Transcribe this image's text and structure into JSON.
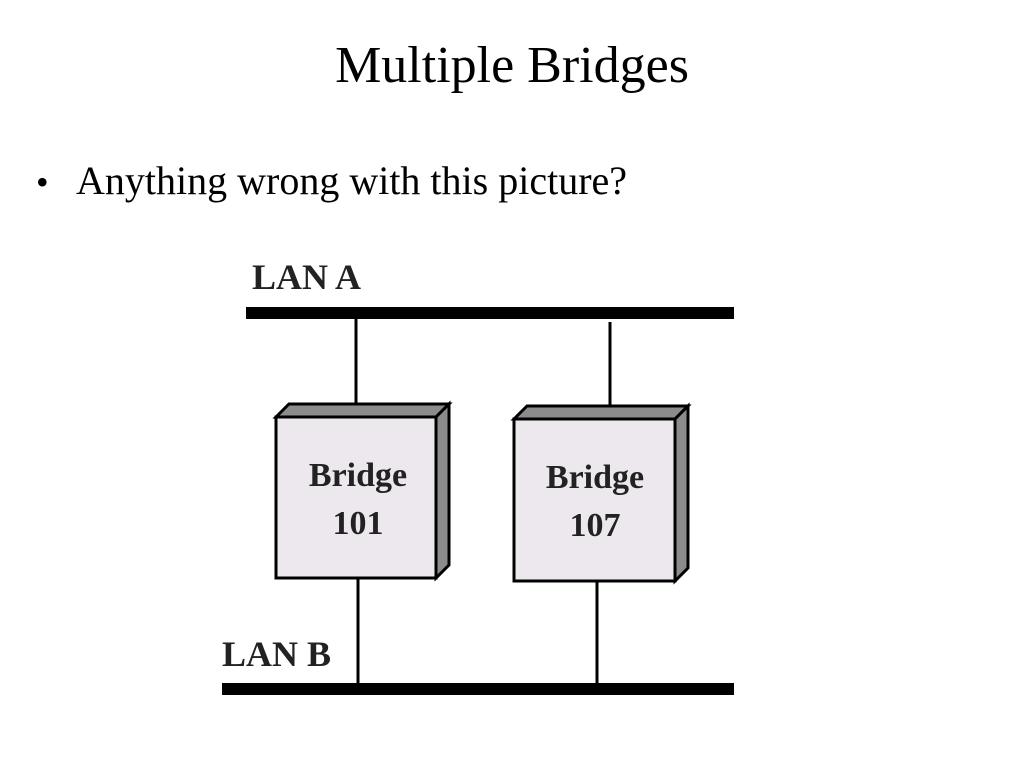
{
  "slide": {
    "title": "Multiple Bridges",
    "bullets": [
      {
        "marker": "•",
        "text": "Anything wrong with this picture?"
      }
    ]
  },
  "diagram": {
    "lan_a_label": "LAN A",
    "lan_b_label": "LAN B",
    "bridges": [
      {
        "line1": "Bridge",
        "line2": "101"
      },
      {
        "line1": "Bridge",
        "line2": "107"
      }
    ],
    "colors": {
      "line": "#000000",
      "box_fill": "#ece8ee",
      "box_side": "#8c8c8c",
      "box_border": "#000000"
    }
  }
}
